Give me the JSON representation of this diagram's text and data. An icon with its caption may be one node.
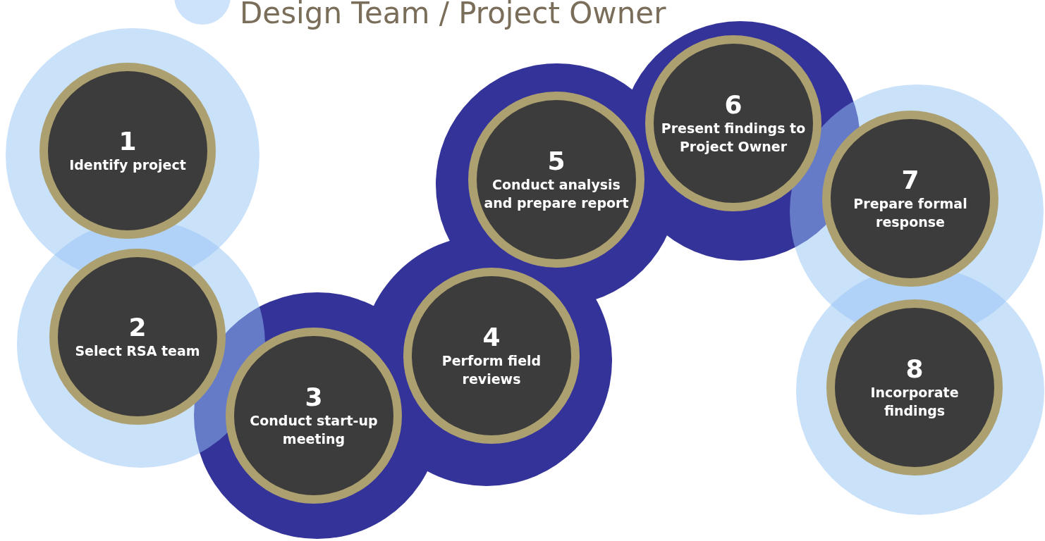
{
  "diagram": {
    "title": "Design Team / Project Owner",
    "nodes": [
      {
        "text": [
          "1",
          "Identify project"
        ]
      },
      {
        "text": [
          "2",
          "Select RSA team"
        ]
      },
      {
        "text": [
          "3",
          "Conduct start-up meeting"
        ]
      },
      {
        "text": [
          "4",
          "Perform field reviews"
        ]
      },
      {
        "text": [
          "5",
          "Conduct analysis and prepare report"
        ]
      },
      {
        "text": [
          "6",
          "Present findings to Project Owner"
        ]
      },
      {
        "text": [
          "7",
          "Prepare formal response"
        ]
      },
      {
        "text": [
          "8",
          "Incorporate findings"
        ]
      }
    ],
    "edges": []
  }
}
